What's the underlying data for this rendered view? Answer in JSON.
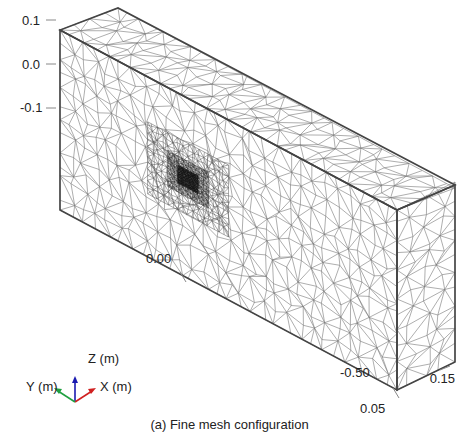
{
  "diagram": {
    "caption": "(a) Fine mesh configuration",
    "labels": [
      "0.1",
      "0.0",
      "-0.1",
      "0.00",
      "-0.50",
      "0.15",
      "0.05",
      "Z (m)",
      "Y (m)",
      "X (m)"
    ]
  }
}
